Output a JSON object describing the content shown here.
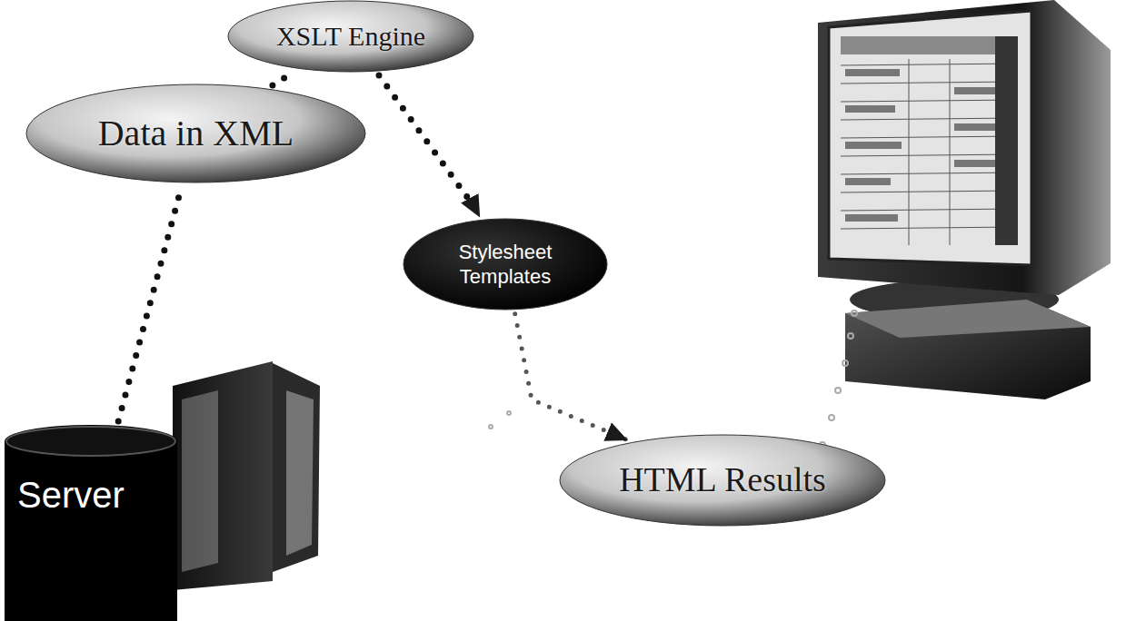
{
  "diagram": {
    "nodes": [
      {
        "text": [
          "XSLT Engine"
        ]
      },
      {
        "text": [
          "Data in XML"
        ]
      },
      {
        "text": [
          "Stylesheet Templates"
        ]
      },
      {
        "text": [
          "HTML Results"
        ]
      },
      {
        "text": [
          "Server"
        ]
      }
    ],
    "edges": [
      {
        "from": 4,
        "to": 1,
        "arrow": "none"
      },
      {
        "from": 1,
        "to": 0,
        "arrow": "none"
      },
      {
        "from": 0,
        "to": 2,
        "arrow": "to"
      },
      {
        "from": 2,
        "to": 3,
        "arrow": "to"
      }
    ]
  }
}
